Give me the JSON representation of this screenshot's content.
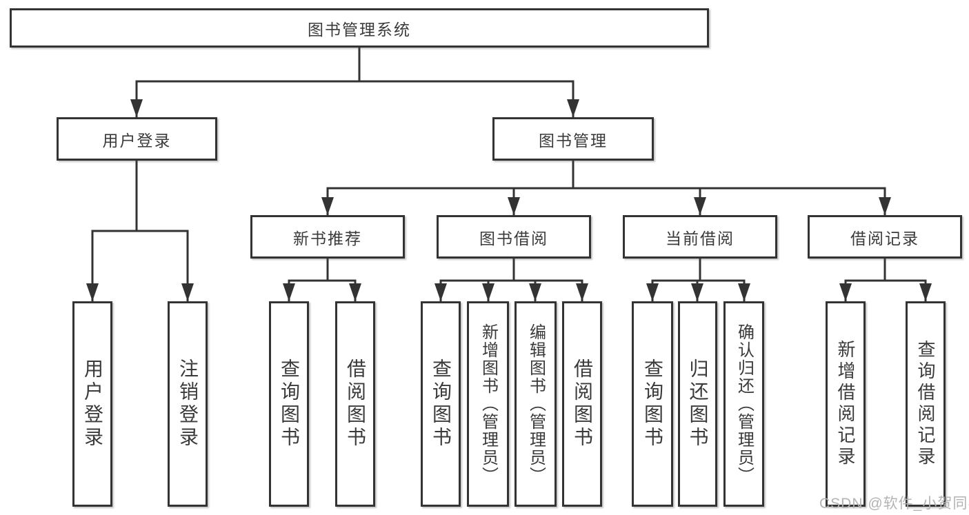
{
  "tree": {
    "root": "图书管理系统",
    "level2": {
      "user_login": "用户登录",
      "book_mgmt": "图书管理"
    },
    "level3": {
      "new_books": "新书推荐",
      "borrowing": "图书借阅",
      "current": "当前借阅",
      "records": "借阅记录"
    },
    "leaves": {
      "user_login": [
        "用户登录",
        "注销登录"
      ],
      "new_books": [
        "查询图书",
        "借阅图书"
      ],
      "borrowing": [
        "查询图书",
        "新增图书（管理员）",
        "编辑图书（管理员）",
        "借阅图书"
      ],
      "current": [
        "查询图书",
        "归还图书",
        "确认归还（管理员）"
      ],
      "records": [
        "新增借阅记录",
        "查询借阅记录"
      ]
    }
  },
  "watermark": "CSDN @软件_小贺同学",
  "colors": {
    "line": "#333333",
    "text": "#3a3a3a",
    "box_background": "#ffffff",
    "watermark": "#b3b3b3",
    "background": "#ffffff"
  }
}
